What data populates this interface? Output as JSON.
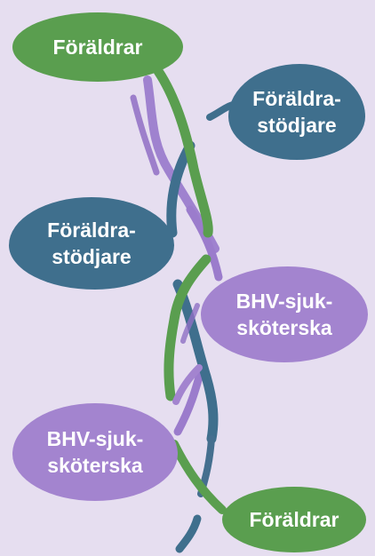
{
  "diagram": {
    "nodes": [
      {
        "id": "foraldrar-top",
        "lines": [
          "Föräldrar"
        ],
        "kind": "parent"
      },
      {
        "id": "stodjare-top",
        "lines": [
          "Föräldra-",
          "stödjare"
        ],
        "kind": "supporter"
      },
      {
        "id": "stodjare-mid",
        "lines": [
          "Föräldra-",
          "stödjare"
        ],
        "kind": "supporter"
      },
      {
        "id": "bhv-mid",
        "lines": [
          "BHV-sjuk-",
          "sköterska"
        ],
        "kind": "nurse"
      },
      {
        "id": "bhv-low",
        "lines": [
          "BHV-sjuk-",
          "sköterska"
        ],
        "kind": "nurse"
      },
      {
        "id": "foraldrar-bottom",
        "lines": [
          "Föräldrar"
        ],
        "kind": "parent"
      }
    ],
    "colors": {
      "background": "#e6def0",
      "parent": "#5a9e4f",
      "supporter": "#3f6f8d",
      "nurse": "#a384cf",
      "text": "#ffffff"
    }
  }
}
